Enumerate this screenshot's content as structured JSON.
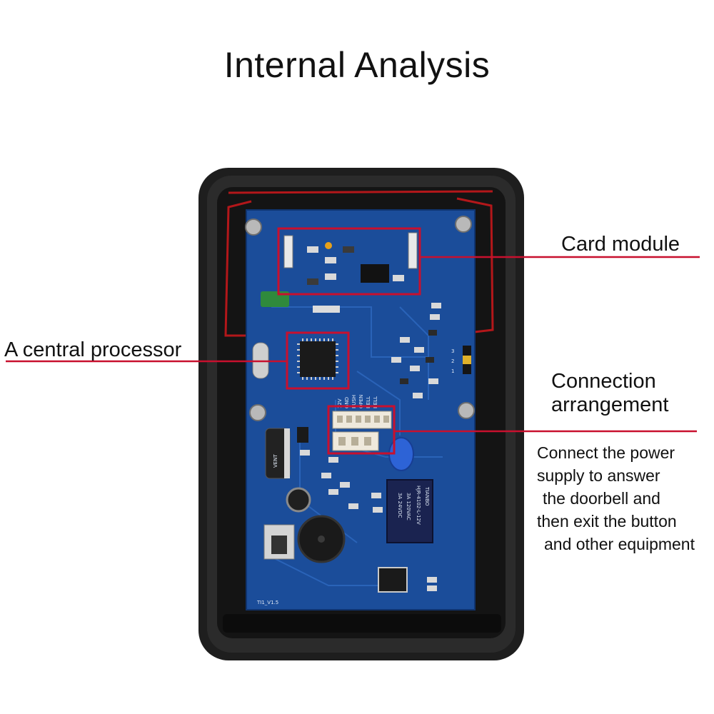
{
  "title": "Internal Analysis",
  "callouts": {
    "card_module": "Card module",
    "central_processor": "A central processor",
    "connection_arrangement": [
      "Connection",
      "arrangement"
    ],
    "connection_description": [
      "Connect the power",
      "supply to answer",
      " the doorbell and",
      "then exit the button",
      " and other equipment"
    ]
  },
  "board_markings": {
    "board_version": "TI1_V1.5",
    "relay_brand": "TIANBO",
    "relay_model": "HJR-4102-L-12V",
    "relay_rating_1": "3A 120VAC",
    "relay_rating_2": "3A 24VDC",
    "capacitor_text": "VENT",
    "header_pins": [
      "12V",
      "GND",
      "PUSH",
      "OPEN",
      "BELL",
      "BELL"
    ],
    "jumper_pins": [
      "1",
      "2",
      "3"
    ]
  },
  "colors": {
    "callout_line": "#c8102e",
    "pcb": "#1b4d9a",
    "housing": "#1c1c1c"
  }
}
